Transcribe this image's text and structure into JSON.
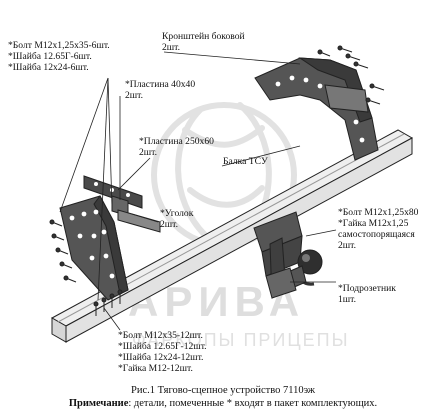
{
  "labels": {
    "bolts_top": [
      "*Болт М12х1,25х35-6шт.",
      "*Шайба 12.65Г-6шт.",
      "*Шайба 12х24-6шт."
    ],
    "bracket_side": [
      "Кронштейн боковой",
      "2шт."
    ],
    "plate_40": [
      "*Пластина 40х40",
      "2шт."
    ],
    "plate_250": [
      "*Пластина 250х60",
      "2шт."
    ],
    "beam": "Балка ТСУ",
    "angle": [
      "*Уголок",
      "2шт."
    ],
    "bolts_right": [
      "*Болт М12х1,25х80",
      "*Гайка М12х1,25",
      "самостопорящаяся",
      "2шт."
    ],
    "socket": [
      "*Подрозетник",
      "1шт."
    ],
    "bolts_bottom": [
      "*Болт М12х35-12шт.",
      "*Шайба 12.65Г-12шт.",
      "*Шайба 12х24-12шт.",
      "*Гайка М12-12шт."
    ]
  },
  "caption": {
    "title": "Рис.1 Тягово-сцепное устройство 7110эж",
    "note_label": "Примечание",
    "note_text": ": детали, помеченные * входят в пакет комплектующих."
  },
  "watermark": {
    "brand": "АРИВА",
    "sub": "ФАРКОПЫ ПРИЦЕПЫ"
  }
}
